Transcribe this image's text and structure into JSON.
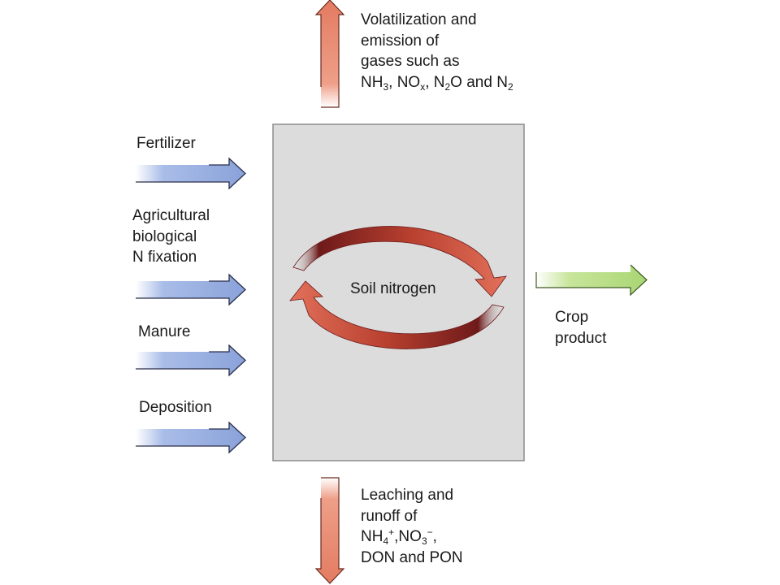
{
  "diagram": {
    "center_label": "Soil nitrogen",
    "inputs": [
      {
        "id": "fertilizer",
        "lines": [
          "Fertilizer"
        ]
      },
      {
        "id": "bnf",
        "lines": [
          "Agricultural",
          "biological",
          "N fixation"
        ]
      },
      {
        "id": "manure",
        "lines": [
          "Manure"
        ]
      },
      {
        "id": "deposition",
        "lines": [
          "Deposition"
        ]
      }
    ],
    "output_right": {
      "lines": [
        "Crop",
        "product"
      ]
    },
    "output_top": {
      "line1": "Volatilization and",
      "line2": "emission of",
      "line3": "gases such as",
      "line4": {
        "a": "NH",
        "a_sub": "3",
        "b": ", NO",
        "b_sub": "x",
        "c": ", N",
        "c_sub": "2",
        "d": "O and N",
        "d_sub": "2"
      }
    },
    "output_bottom": {
      "line1": "Leaching and",
      "line2": "runoff of",
      "line3": {
        "a": "NH",
        "a_sub": "4",
        "a_sup": "+",
        "b": ",NO",
        "b_sub": "3",
        "b_sup": "−",
        "c": ","
      },
      "line4": "DON and PON"
    },
    "colors": {
      "input_arrow": "#9fb4e3",
      "input_arrow_dark": "#7f97d3",
      "outline": "#2a2f4a",
      "loss_arrow": "#e8836a",
      "cycle_arrow": "#e2705a",
      "cycle_dark": "#6e1a1a",
      "crop_arrow": "#b7dd83",
      "soil_box": "#dcdcdc",
      "box_border": "#8c8c8c"
    }
  }
}
